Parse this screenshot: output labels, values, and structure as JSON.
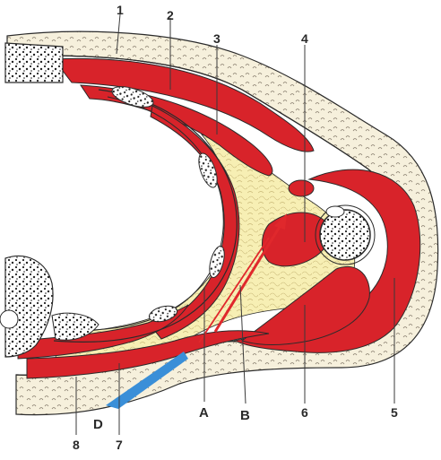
{
  "diagram": {
    "number_labels": [
      "1",
      "2",
      "3",
      "4",
      "5",
      "6",
      "7",
      "8"
    ],
    "letter_labels": [
      "A",
      "B",
      "D"
    ],
    "colors": {
      "skin": "#f6f0dc",
      "muscle": "#d8232a",
      "fat": "#f7efb4",
      "bone": "#ffffff",
      "outline": "#2b2b2b",
      "arrow_red": "#e0282c",
      "arrow_blue": "#3a8fd8",
      "background": "#ffffff"
    },
    "arrows": [
      {
        "label": "B",
        "color": "red"
      },
      {
        "label": "D",
        "color": "blue"
      }
    ]
  }
}
